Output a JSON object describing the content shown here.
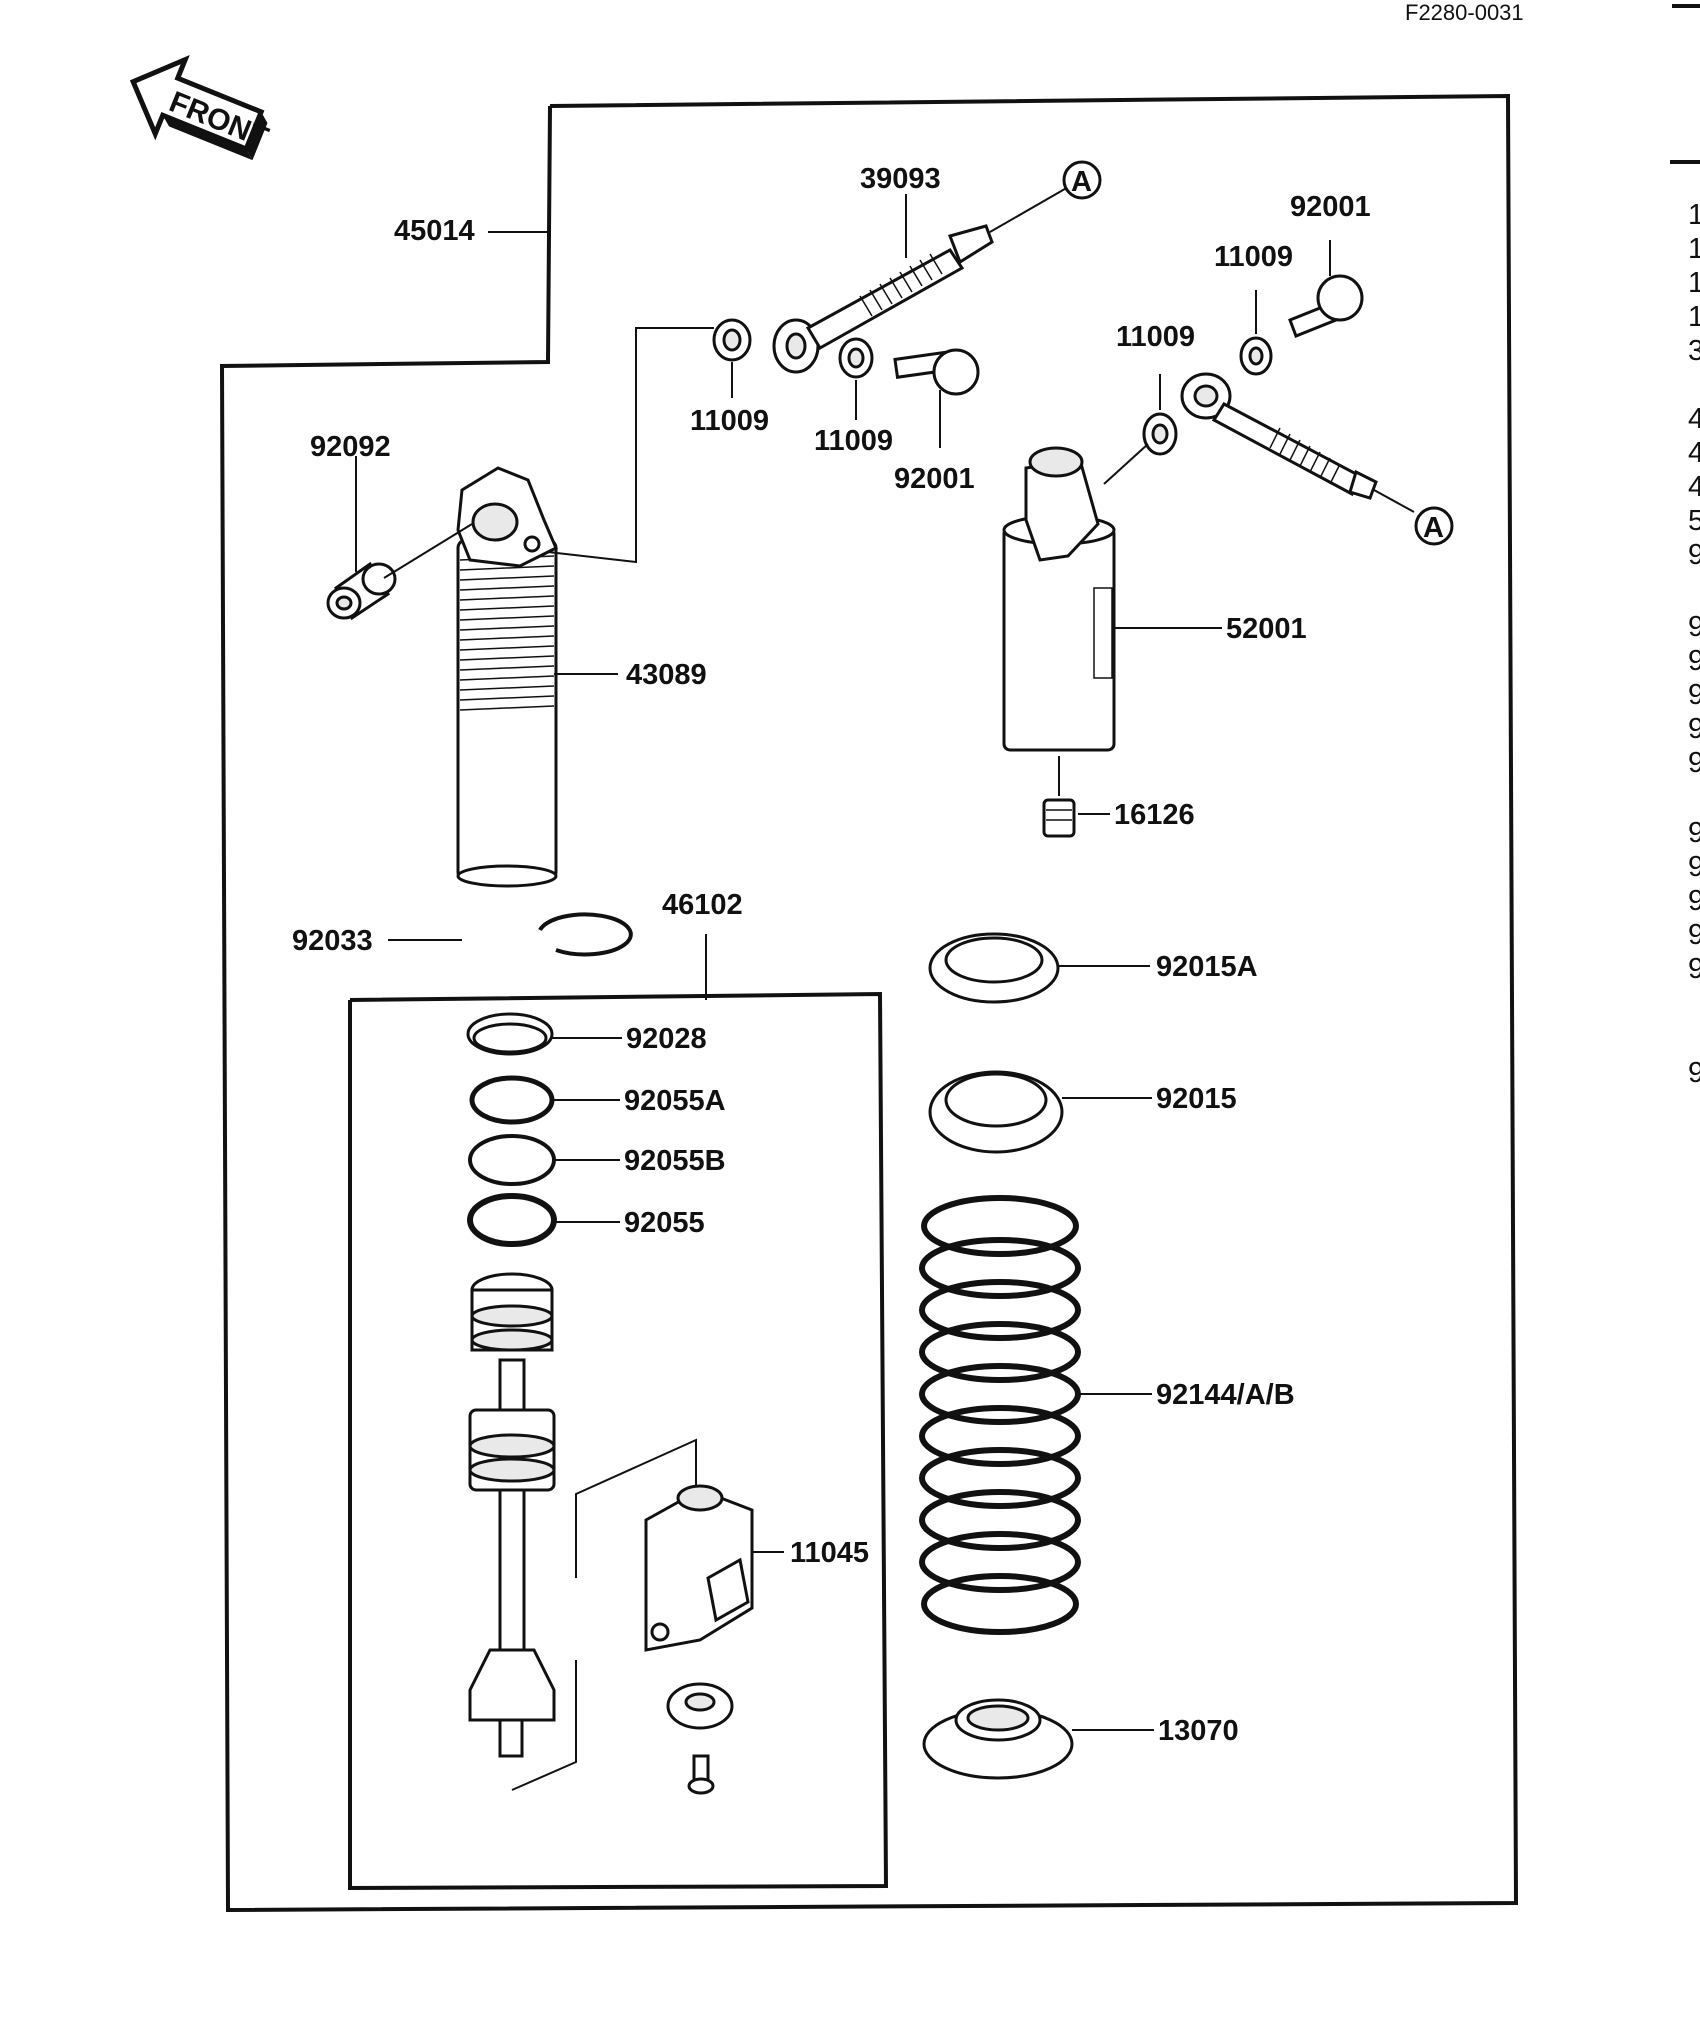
{
  "figure_code": "F2280-0031",
  "front_label": "FRONT",
  "callout_a": "A",
  "parts": {
    "p45014": "45014",
    "p39093": "39093",
    "p92001_top": "92001",
    "p11009_r1": "11009",
    "p11009_r2": "11009",
    "p92092": "92092",
    "p11009_l1": "11009",
    "p11009_l2": "11009",
    "p92001_mid": "92001",
    "p43089": "43089",
    "p52001": "52001",
    "p16126": "16126",
    "p46102": "46102",
    "p92033": "92033",
    "p92015A": "92015A",
    "p92028": "92028",
    "p92055A": "92055A",
    "p92055B": "92055B",
    "p92055": "92055",
    "p92015": "92015",
    "p92144AB": "92144/A/B",
    "p11045": "11045",
    "p13070": "13070"
  },
  "side_index": [
    "1",
    "1",
    "1",
    "1",
    "3",
    "4",
    "4",
    "4",
    "5",
    "9",
    "9",
    "9",
    "9",
    "9",
    "9",
    "9",
    "9",
    "9",
    "9",
    "9",
    "9"
  ]
}
